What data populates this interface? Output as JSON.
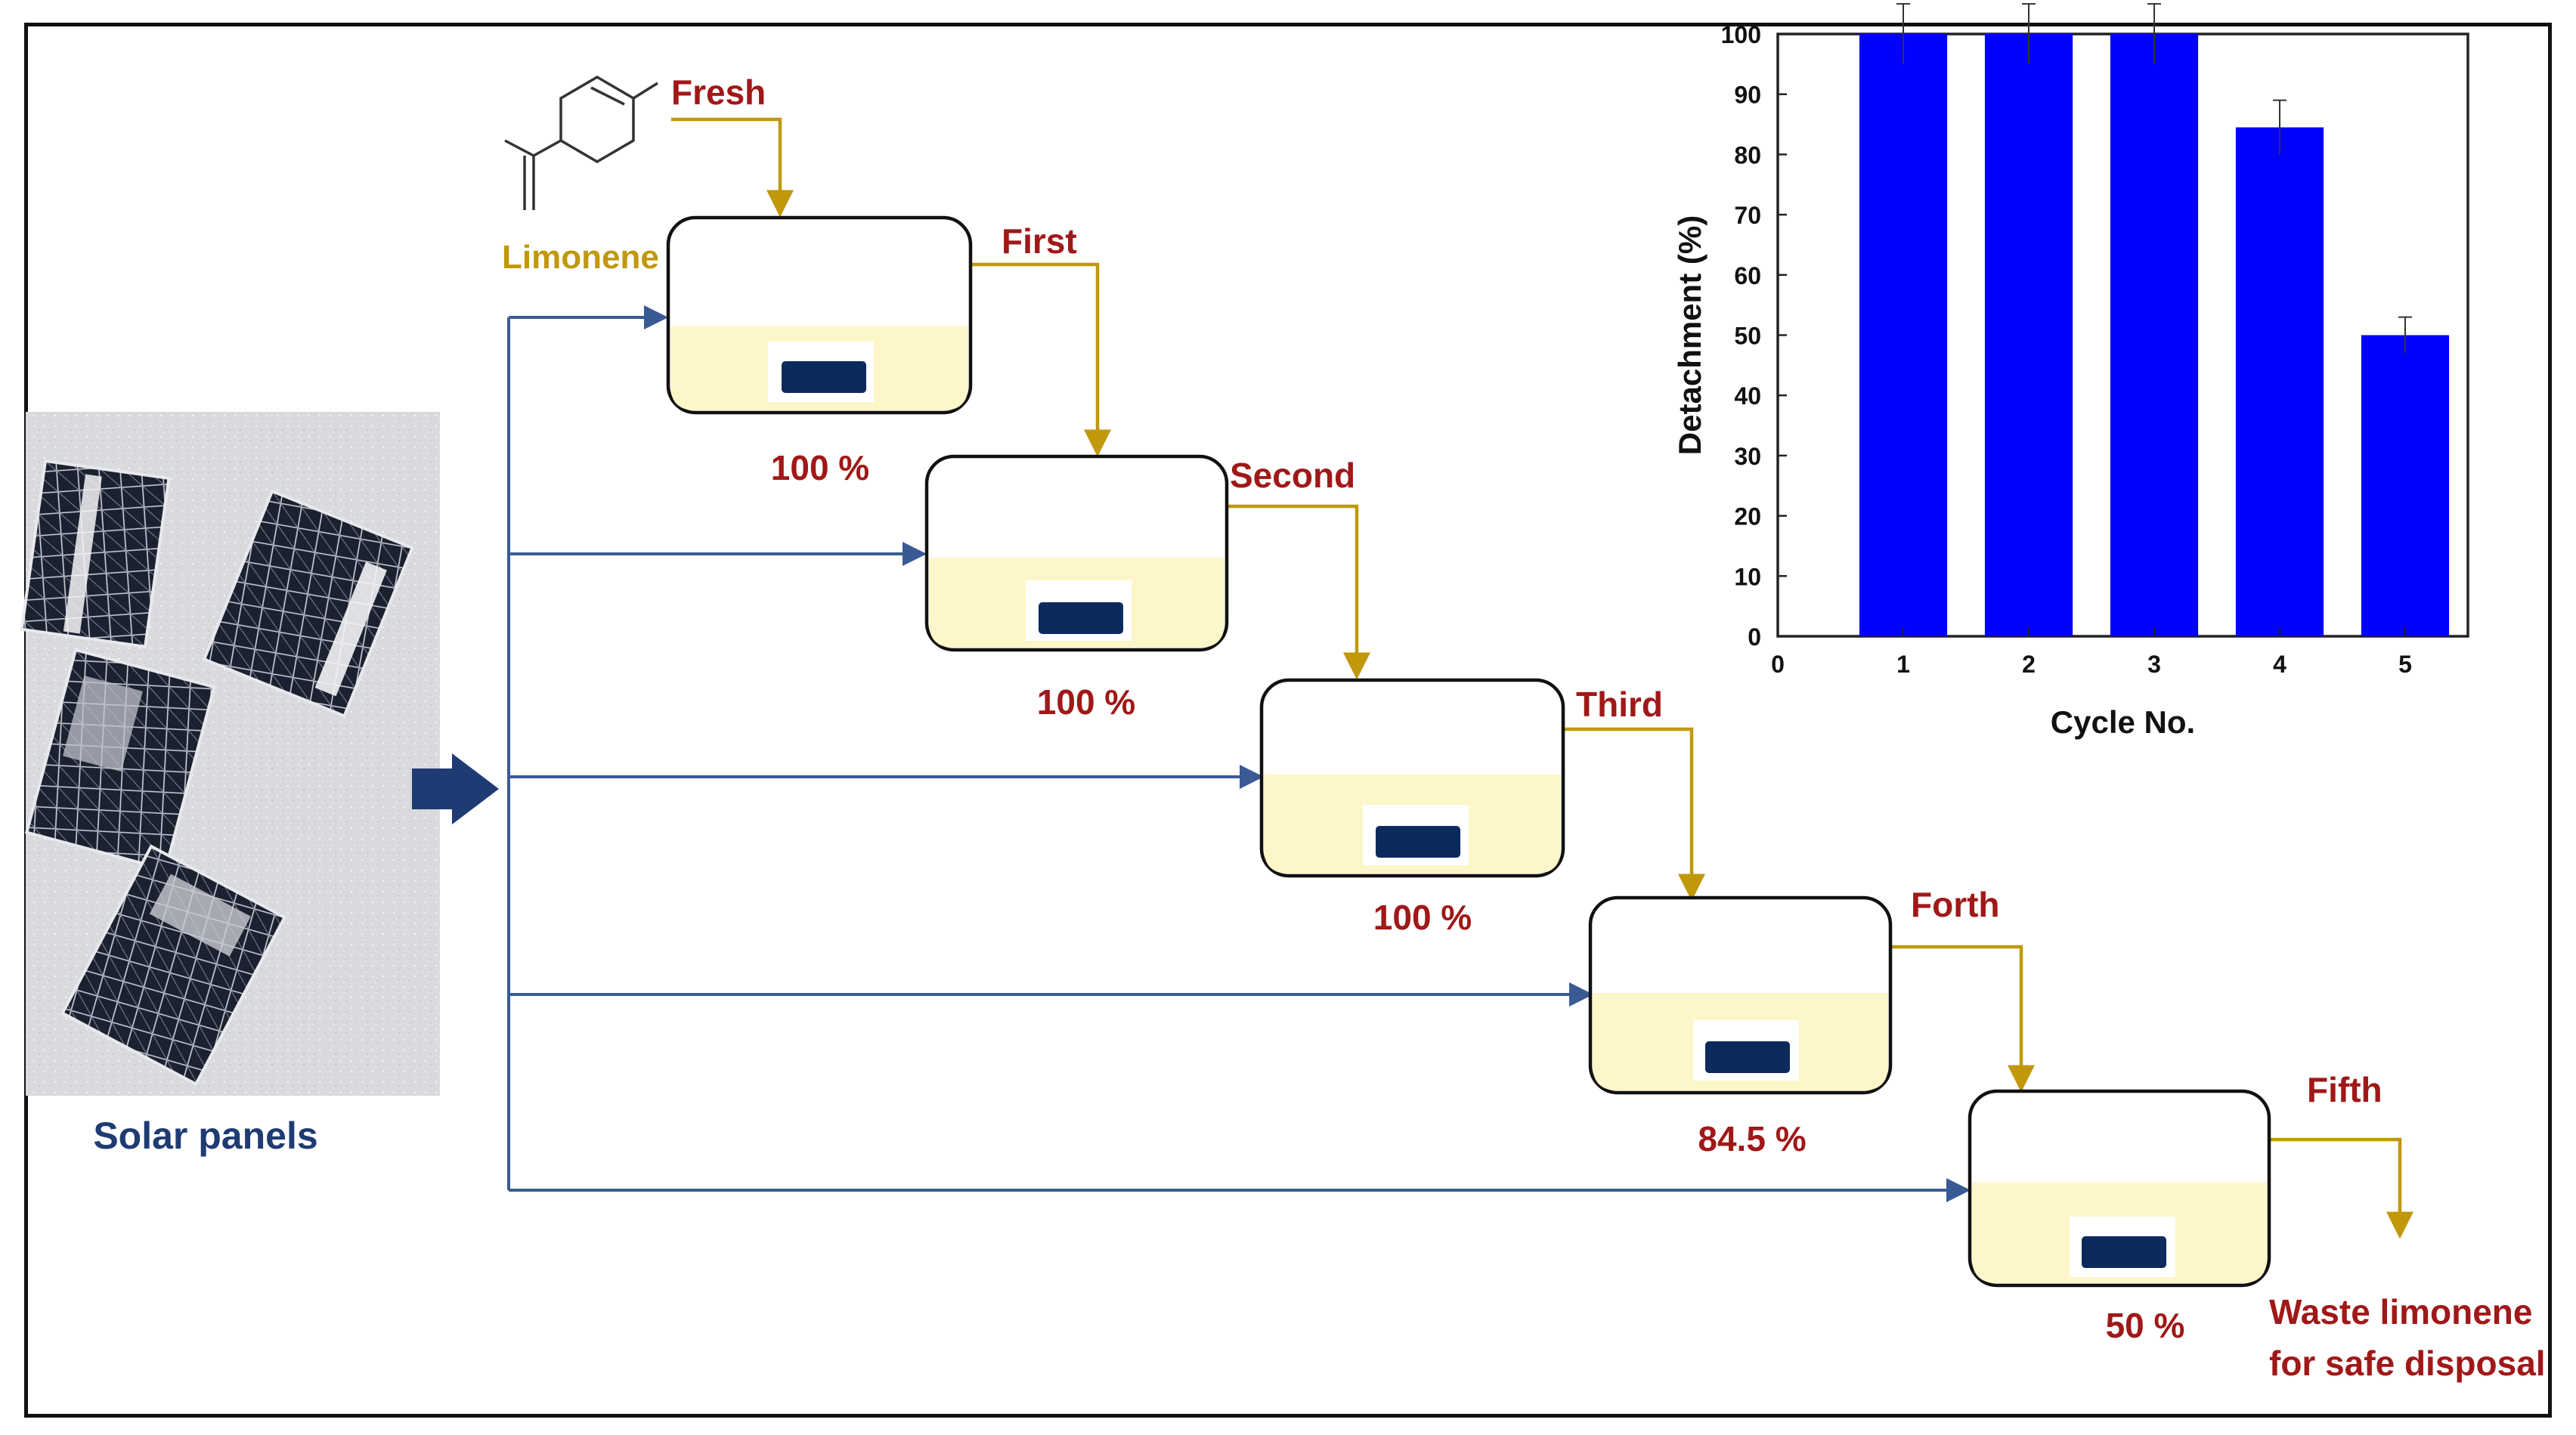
{
  "diagram": {
    "solvent_label": "Limonene",
    "solar_panels_label": "Solar panels",
    "cycles": [
      {
        "label": "Fresh"
      },
      {
        "label": "First",
        "percent": "100 %"
      },
      {
        "label": "Second",
        "percent": "100 %"
      },
      {
        "label": "Third",
        "percent": "100 %"
      },
      {
        "label": "Forth",
        "percent": "84.5 %"
      },
      {
        "label": "Fifth",
        "percent": "50 %"
      }
    ],
    "waste_label_line1": "Waste limonene",
    "waste_label_line2": "for safe disposal"
  },
  "colors": {
    "label_red": "#a01818",
    "arrow_gold": "#c0980a",
    "arrow_blue": "#3a5a96",
    "liquid": "#fdf6c8",
    "chip": "#0d2a5c",
    "bar": "#0000ff",
    "solar_text": "#1f3b73"
  },
  "chart_data": {
    "type": "bar",
    "categories": [
      "1",
      "2",
      "3",
      "4",
      "5"
    ],
    "values": [
      100,
      100,
      100,
      84.5,
      50
    ],
    "error": [
      5,
      5,
      5,
      4.5,
      3
    ],
    "xlabel": "Cycle No.",
    "ylabel": "Detachment (%)",
    "xlim": [
      0,
      5.5
    ],
    "ylim": [
      0,
      100
    ],
    "xticks": [
      "0",
      "1",
      "2",
      "3",
      "4",
      "5"
    ],
    "yticks": [
      "0",
      "10",
      "20",
      "30",
      "40",
      "50",
      "60",
      "70",
      "80",
      "90",
      "100"
    ],
    "grid": false
  }
}
